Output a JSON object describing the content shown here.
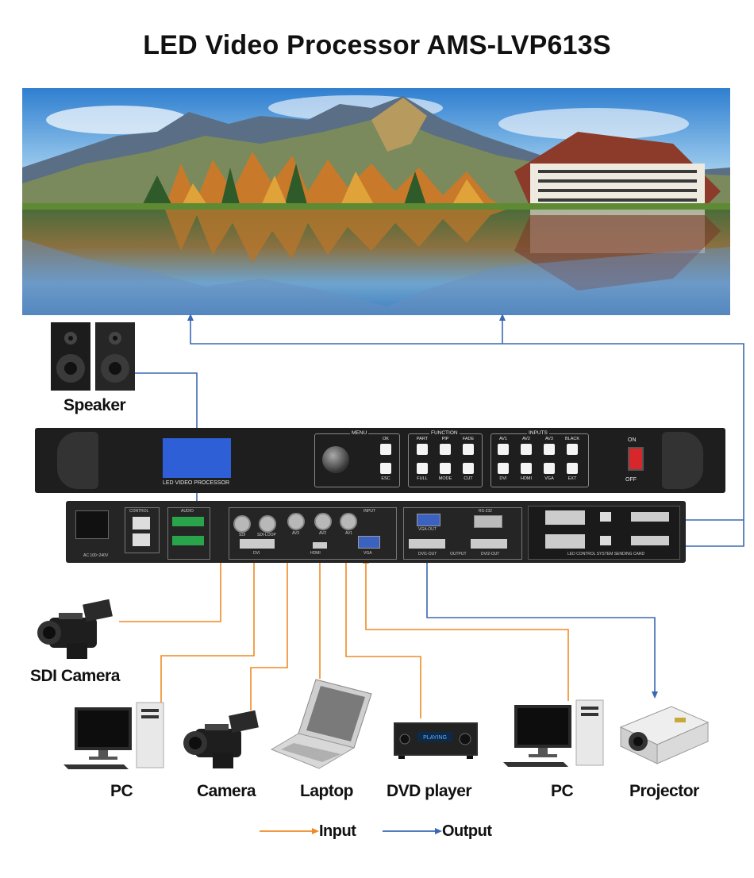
{
  "title": "LED Video Processor AMS-LVP613S",
  "screen_image": "mountain lake landscape with autumn trees and hotel reflected in water",
  "labels": {
    "speaker": "Speaker",
    "sdi_camera": "SDI Camera",
    "pc_left": "PC",
    "camera": "Camera",
    "laptop": "Laptop",
    "dvd_player": "DVD player",
    "pc_right": "PC",
    "projector": "Projector"
  },
  "legend": {
    "input": "Input",
    "output": "Output"
  },
  "colors": {
    "input": "#f08a24",
    "output": "#3a68b0"
  },
  "front_panel": {
    "caption": "LED VIDEO PROCESSOR",
    "menu": {
      "header": "MENU",
      "ok": "OK",
      "esc": "ESC"
    },
    "function": {
      "header": "FUNCTION",
      "buttons": [
        "PART",
        "PIP",
        "FADE",
        "FULL",
        "MODE",
        "CUT"
      ]
    },
    "inputs": {
      "header": "INPUTS",
      "buttons": [
        "AV1",
        "AV2",
        "AV3",
        "BLACK",
        "DVI",
        "HDMI",
        "VGA",
        "EXT"
      ]
    },
    "power": {
      "on": "ON",
      "off": "OFF"
    }
  },
  "rear_panel": {
    "control": "CONTROL",
    "audio": "AUDIO",
    "ac": "AC 100~240V",
    "sdi": "SDI",
    "sdi_loop": "SDI-LOOP",
    "av3": "AV3",
    "av2": "AV2",
    "av1": "AV1",
    "input": "INPUT",
    "dvi": "DVI",
    "hdmi": "HDMI",
    "vga": "VGA",
    "vga_out": "VGA-OUT",
    "rs232": "RS-232",
    "dvi1_out": "DVI1-OUT",
    "output": "OUTPUT",
    "dvi2_out": "DVI2-OUT",
    "sending_card": "LED CONTROL SYSTEM SENDING CARD"
  },
  "dvd_display": "PLAYING"
}
